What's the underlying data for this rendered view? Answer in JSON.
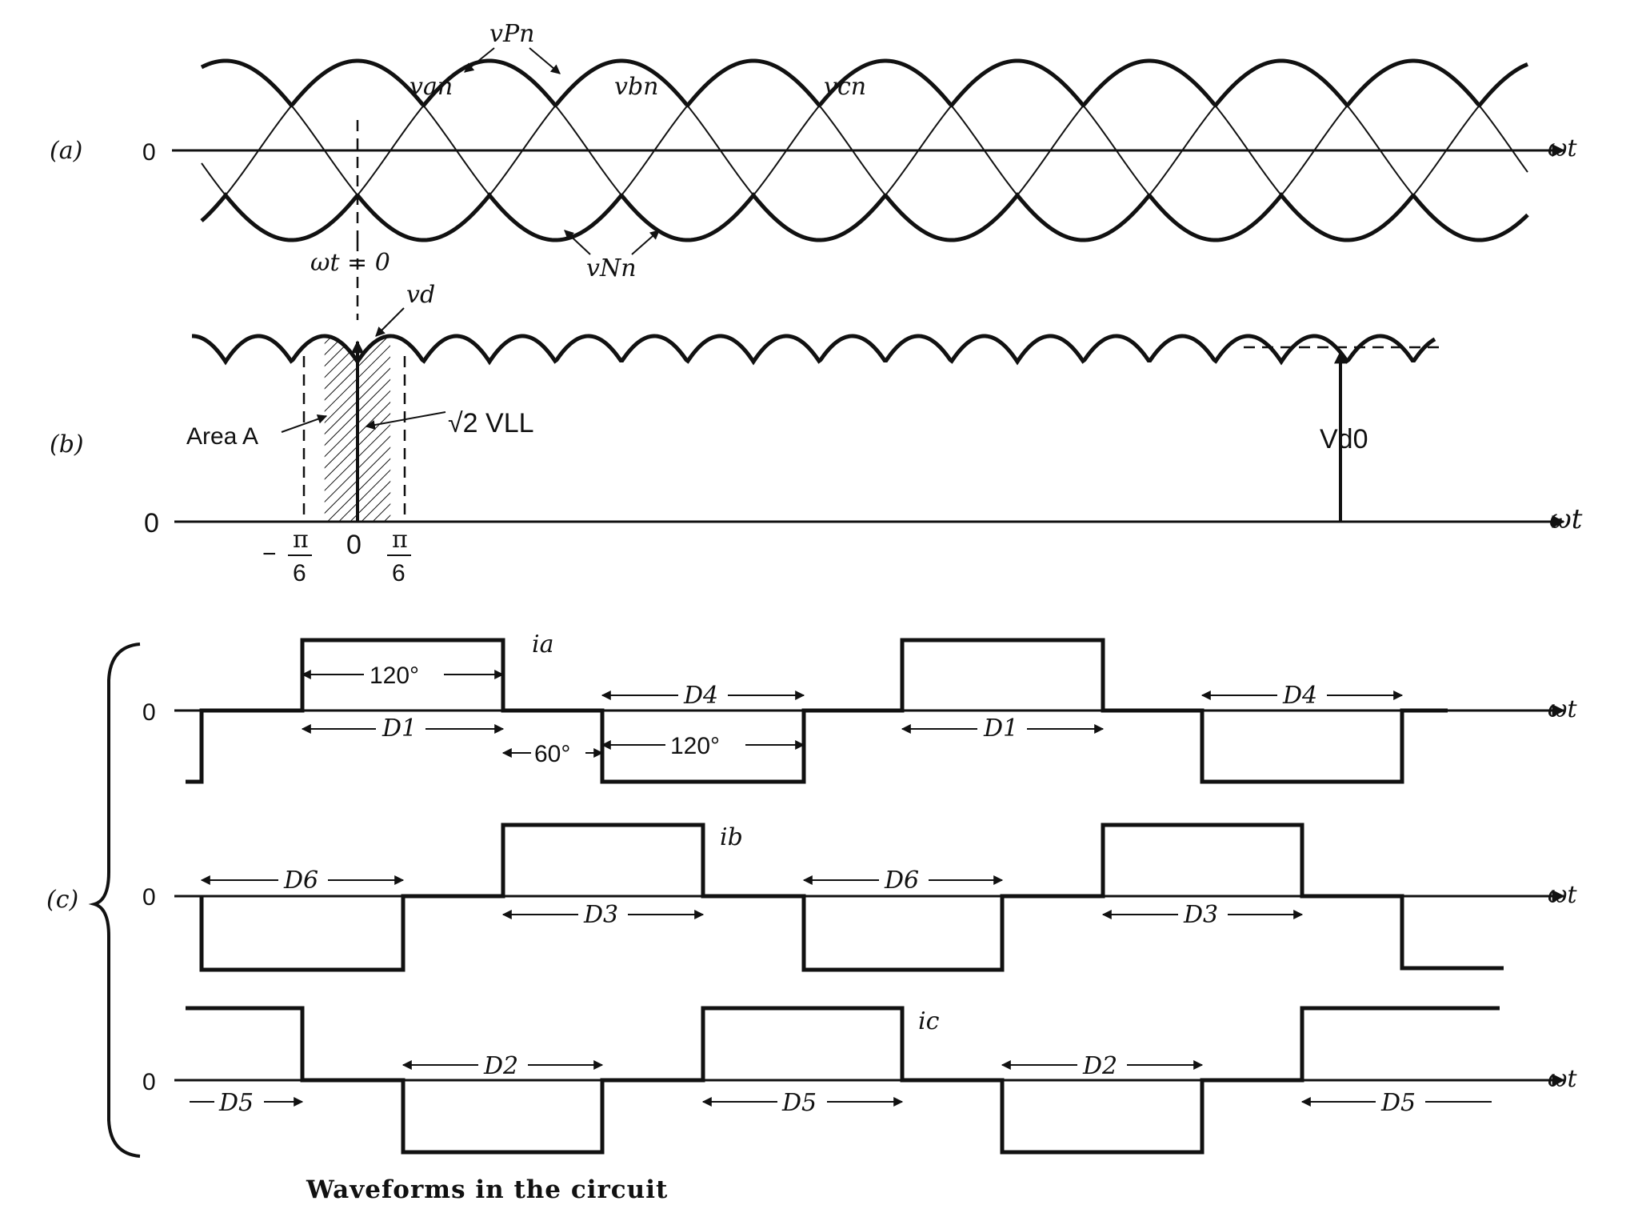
{
  "panels": {
    "a": {
      "tag": "(a)",
      "zero": "0",
      "axis": "ωt",
      "labels": {
        "vpn": "vPn",
        "van": "van",
        "vbn": "vbn",
        "vcn": "vcn",
        "vnn": "vNn",
        "wt0": "ωt = 0"
      }
    },
    "b": {
      "tag": "(b)",
      "zero": "0",
      "axis": "ωt",
      "labels": {
        "vd": "vd",
        "area": "Area A",
        "peak": "√2 VLL",
        "vd0": "Vd0",
        "minus_pi6_num": "π",
        "minus_pi6_den": "6",
        "minus_sign": "−",
        "origin": "0",
        "pi6_num": "π",
        "pi6_den": "6"
      }
    },
    "c": {
      "tag": "(c)",
      "zero": "0",
      "axis": "ωt",
      "ia": {
        "label": "ia",
        "annotations": {
          "w120_top": "120°",
          "d4_a": "D4",
          "d1_a": "D1",
          "w60": "60°",
          "w120_bot": "120°",
          "d1_b": "D1",
          "d4_b": "D4"
        }
      },
      "ib": {
        "label": "ib",
        "annotations": {
          "d6_a": "D6",
          "d3_a": "D3",
          "d6_b": "D6",
          "d3_b": "D3"
        }
      },
      "ic": {
        "label": "ic",
        "annotations": {
          "d5_a": "D5",
          "d2_a": "D2",
          "d5_b": "D5",
          "d2_b": "D2",
          "d5_c": "D5"
        }
      }
    }
  },
  "caption": "Waveforms in the circuit"
}
